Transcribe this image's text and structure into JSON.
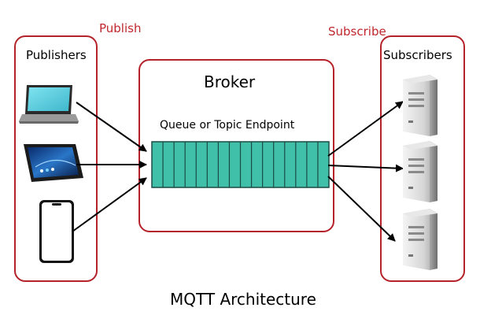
{
  "labels": {
    "publish": "Publish",
    "subscribe": "Subscribe",
    "publishers": "Publishers",
    "subscribers": "Subscribers",
    "broker": "Broker",
    "queue": "Queue or Topic Endpoint",
    "caption": "MQTT Architecture"
  },
  "colors": {
    "box_border": "#b5222a",
    "label_red": "#c0272d",
    "queue_fill": "#40c0a8",
    "queue_stroke": "#1a4a45",
    "arrow": "#000000"
  },
  "icons": {
    "publishers": [
      "laptop-icon",
      "tablet-icon",
      "smartphone-icon"
    ],
    "subscribers": [
      "server-icon",
      "server-icon",
      "server-icon"
    ]
  },
  "queue_slots": 16
}
